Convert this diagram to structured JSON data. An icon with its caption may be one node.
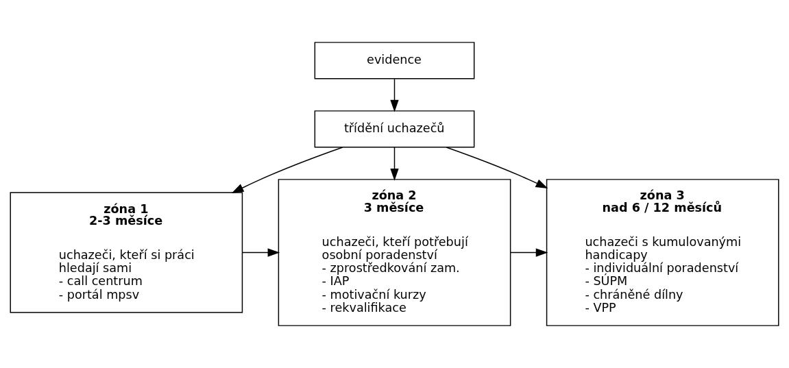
{
  "diagram": {
    "nodes": [
      {
        "text": [
          "evidence"
        ]
      },
      {
        "text": [
          "třídění uchazečů"
        ]
      },
      {
        "text": [
          "zóna 1",
          "2-3 měsíce",
          "uchazeči, kteří si práci hledají sami",
          "- call centrum",
          "- portál mpsv"
        ]
      },
      {
        "text": [
          "zóna 2",
          "3 měsíce",
          "uchazeči, kteří potřebují osobní poradenství",
          "- zprostředkování zam.",
          "- IAP",
          "- motivační kurzy",
          "- rekvalifikace"
        ]
      },
      {
        "text": [
          "zóna 3",
          "nad 6 / 12 měsíců",
          "uchazeči s kumulovanými handicapy",
          "- individuální poradenství",
          "- SÚPM",
          "- chráněné dílny",
          "- VPP"
        ]
      }
    ],
    "edges": [
      {
        "from": 0,
        "to": 1,
        "arrow": "to"
      },
      {
        "from": 1,
        "to": 2,
        "arrow": "to"
      },
      {
        "from": 1,
        "to": 3,
        "arrow": "to"
      },
      {
        "from": 1,
        "to": 4,
        "arrow": "to"
      },
      {
        "from": 2,
        "to": 3,
        "arrow": "to"
      },
      {
        "from": 3,
        "to": 4,
        "arrow": "to"
      }
    ]
  }
}
